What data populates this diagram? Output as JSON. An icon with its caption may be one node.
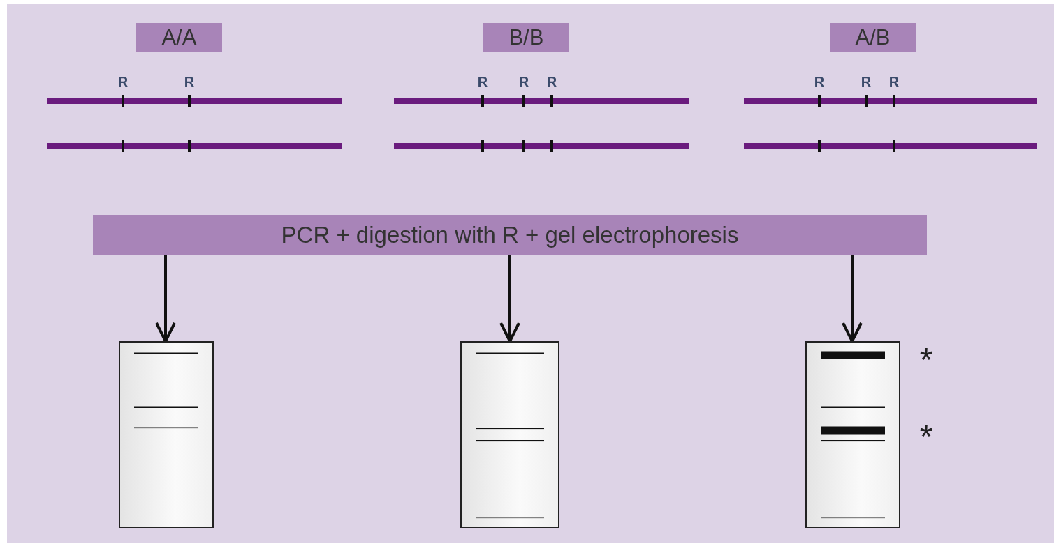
{
  "diagram": {
    "nodes": [
      {
        "text": [
          "A/A"
        ]
      },
      {
        "text": [
          "B/B"
        ]
      },
      {
        "text": [
          "A/B"
        ]
      },
      {
        "text": [
          "PCR + digestion with R + gel electrophoresis"
        ]
      },
      {
        "text": [],
        "shape": "box"
      },
      {
        "text": [],
        "shape": "box"
      },
      {
        "text": [],
        "shape": "box"
      }
    ],
    "edges": [
      {
        "from": 3,
        "to": 4,
        "arrow": "to"
      },
      {
        "from": 3,
        "to": 5,
        "arrow": "to"
      },
      {
        "from": 3,
        "to": 6,
        "arrow": "to"
      }
    ],
    "labels": [
      "R",
      "R",
      "R",
      "R",
      "R",
      "R",
      "R",
      "R",
      "*",
      "*"
    ]
  }
}
